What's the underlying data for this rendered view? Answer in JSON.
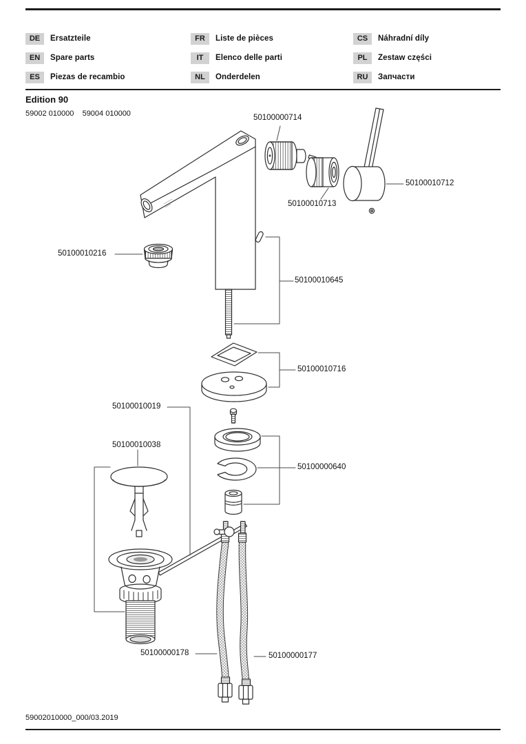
{
  "header": {
    "languages": [
      {
        "code": "DE",
        "label": "Ersatzteile"
      },
      {
        "code": "EN",
        "label": "Spare parts"
      },
      {
        "code": "ES",
        "label": "Piezas de recambio"
      },
      {
        "code": "FR",
        "label": "Liste de pièces"
      },
      {
        "code": "IT",
        "label": "Elenco delle parti"
      },
      {
        "code": "NL",
        "label": "Onderdelen"
      },
      {
        "code": "CS",
        "label": "Náhradní díly"
      },
      {
        "code": "PL",
        "label": "Zestaw części"
      },
      {
        "code": "RU",
        "label": "Запчасти"
      }
    ]
  },
  "product": {
    "series": "Edition 90",
    "model_codes": "59002 010000    59004 010000"
  },
  "parts": [
    {
      "number": "50100000714"
    },
    {
      "number": "50100010712"
    },
    {
      "number": "50100010713"
    },
    {
      "number": "50100010216"
    },
    {
      "number": "50100010645"
    },
    {
      "number": "50100010716"
    },
    {
      "number": "50100010019"
    },
    {
      "number": "50100010038"
    },
    {
      "number": "50100000640"
    },
    {
      "number": "50100000178"
    },
    {
      "number": "50100000177"
    }
  ],
  "footer": {
    "doc_code": "59002010000_000/03.2019"
  }
}
